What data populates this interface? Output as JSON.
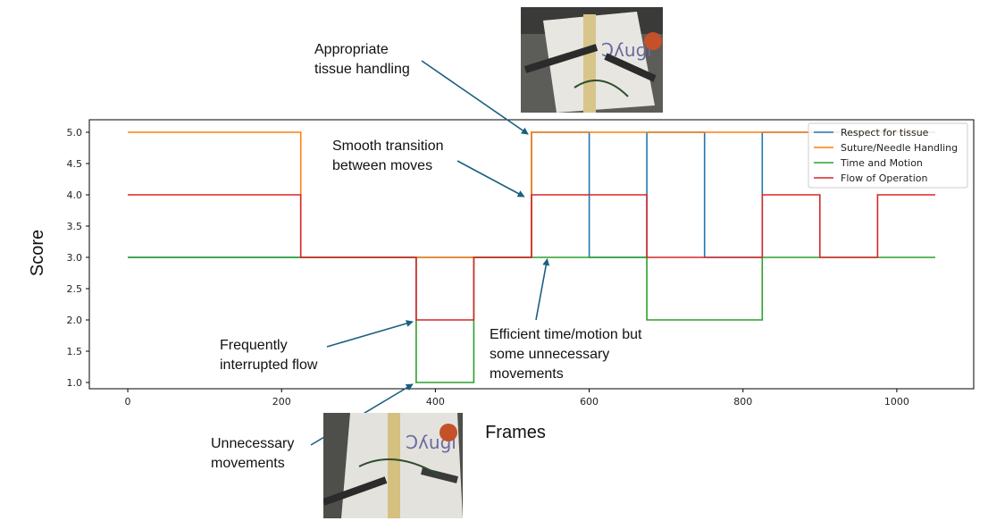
{
  "chart_data": {
    "type": "line",
    "title": "",
    "xlabel": "Frames",
    "ylabel": "Score",
    "xlim": [
      -50,
      1100
    ],
    "ylim": [
      0.9,
      5.2
    ],
    "xticks": [
      0,
      200,
      400,
      600,
      800,
      1000
    ],
    "yticks": [
      1.0,
      1.5,
      2.0,
      2.5,
      3.0,
      3.5,
      4.0,
      4.5,
      5.0
    ],
    "grid": false,
    "legend_position": "top-right",
    "series": [
      {
        "name": "Respect for tissue",
        "color": "#1f77b4",
        "x": [
          0,
          225,
          225,
          375,
          375,
          450,
          450,
          525,
          525,
          600,
          600,
          675,
          675,
          750,
          750,
          825,
          825,
          1050
        ],
        "y": [
          3,
          3,
          3,
          3,
          3,
          3,
          3,
          3,
          5,
          5,
          3,
          3,
          5,
          5,
          3,
          3,
          5,
          5
        ]
      },
      {
        "name": "Suture/Needle Handling",
        "color": "#ff7f0e",
        "x": [
          0,
          225,
          225,
          375,
          375,
          450,
          450,
          525,
          525,
          1050
        ],
        "y": [
          5,
          5,
          3,
          3,
          3,
          3,
          3,
          3,
          5,
          5
        ]
      },
      {
        "name": "Time and Motion",
        "color": "#2ca02c",
        "x": [
          0,
          375,
          375,
          450,
          450,
          675,
          675,
          825,
          825,
          1050
        ],
        "y": [
          3,
          3,
          1,
          1,
          3,
          3,
          2,
          2,
          3,
          3
        ]
      },
      {
        "name": "Flow of Operation",
        "color": "#d62728",
        "x": [
          0,
          225,
          225,
          375,
          375,
          450,
          450,
          525,
          525,
          675,
          675,
          825,
          825,
          900,
          900,
          975,
          975,
          1050
        ],
        "y": [
          4,
          4,
          3,
          3,
          2,
          2,
          3,
          3,
          4,
          4,
          3,
          3,
          4,
          4,
          3,
          3,
          4,
          4
        ]
      }
    ],
    "annotations": [
      {
        "id": "tissue",
        "text": "Appropriate\ntissue handling",
        "x": 525,
        "y": 5.0
      },
      {
        "id": "smooth",
        "text": "Smooth transition\nbetween moves",
        "x": 520,
        "y": 4.0
      },
      {
        "id": "interrupted",
        "text": "Frequently\ninterrupted flow",
        "x": 375,
        "y": 2.0
      },
      {
        "id": "efficient",
        "text": "Efficient time/motion but\nsome unnecessary\nmovements",
        "x": 550,
        "y": 3.0
      },
      {
        "id": "unnecessary",
        "text": "Unnecessary\nmovements",
        "x": 375,
        "y": 1.0
      }
    ]
  },
  "annotation_color": "#1b5f80",
  "thumbnails": {
    "top_image": "surgical-video-frame",
    "bottom_image": "surgical-video-frame"
  }
}
